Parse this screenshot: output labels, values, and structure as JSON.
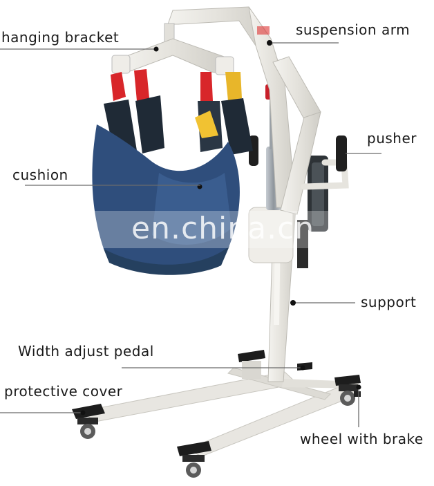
{
  "labels": {
    "hanging_bracket": "hanging bracket",
    "suspension_arm": "suspension arm",
    "pusher": "pusher",
    "cushion": "cushion",
    "support": "support",
    "width_adjust_pedal": "Width adjust pedal",
    "protective_cover": "protective cover",
    "wheel_with_brake": "wheel with brake"
  },
  "watermark": "en.china.cn",
  "colors": {
    "frame": "#e9e7e2",
    "sling": "#2f4e7c",
    "strap_red": "#d8262a",
    "strap_yellow": "#e8b62a",
    "mast": "#9da3aa",
    "dark": "#1c1c1c"
  }
}
